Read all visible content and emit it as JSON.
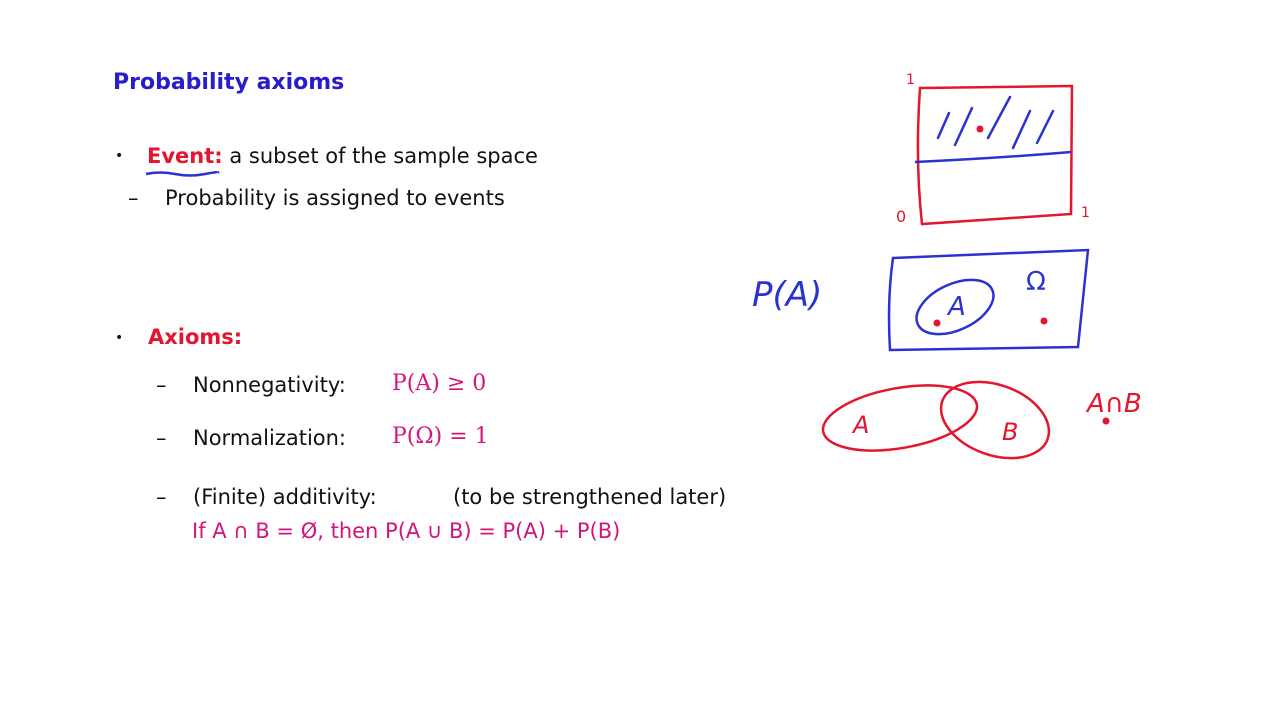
{
  "slide": {
    "title": "Probability axioms",
    "event": {
      "bullet": "•",
      "term": "Event:",
      "definition": "a subset of the sample space",
      "sub_dash": "–",
      "sub_text": "Probability is assigned to events"
    },
    "axioms": {
      "bullet": "•",
      "heading": "Axioms:",
      "items": [
        {
          "dash": "–",
          "label": "Nonnegativity:",
          "formula": "P(A) ≥ 0"
        },
        {
          "dash": "–",
          "label": "Normalization:",
          "formula": "P(Ω) = 1"
        },
        {
          "dash": "–",
          "label": "(Finite) additivity:",
          "note": "(to be strengthened later)",
          "formula": "If A ∩ B = Ø, then P(A ∪ B) = P(A) + P(B)"
        }
      ]
    }
  },
  "annotations": {
    "square_labels": {
      "top_left": "1",
      "bottom_left": "0",
      "bottom_right": "1"
    },
    "pa_label": "P(A)",
    "omega_label": "Ω",
    "set_a_label": "A",
    "venn_a": "A",
    "venn_b": "B",
    "intersection_label": "A∩B",
    "colors": {
      "red_ink": "#e3152f",
      "blue_ink": "#2a33d0",
      "title": "#2a1ad0",
      "math": "#d2157a"
    }
  }
}
